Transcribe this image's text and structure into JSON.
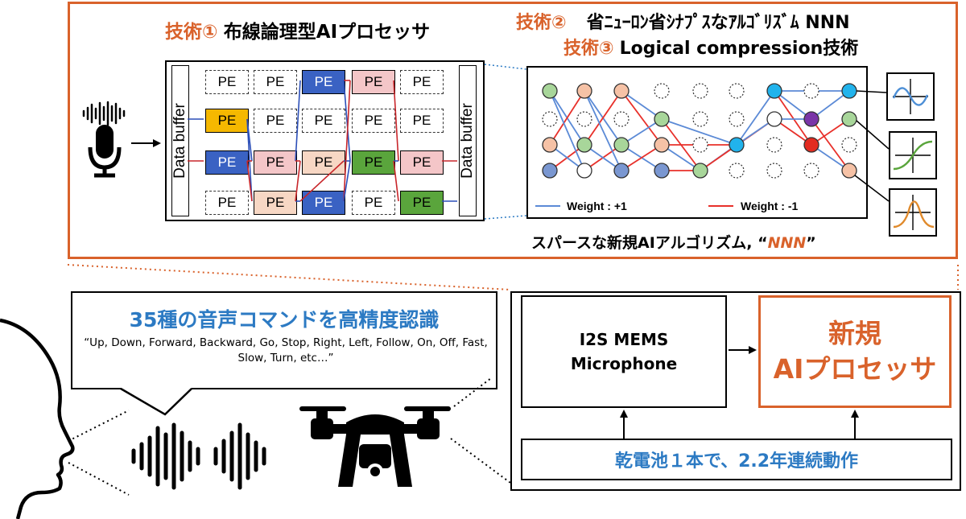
{
  "tech1": {
    "label": "技術①",
    "title": "布線論理型AIプロセッサ"
  },
  "tech2": {
    "label": "技術②",
    "title": "省ﾆｭｰﾛﾝ省ｼﾅﾌﾟｽなｱﾙｺﾞﾘｽﾞﾑ NNN"
  },
  "tech3": {
    "label": "技術③",
    "title": "Logical compression技術"
  },
  "array": {
    "buffer_label": "Data buffer",
    "pe_label": "PE",
    "grid": [
      [
        "empty",
        "empty",
        "blue",
        "pink",
        "empty"
      ],
      [
        "yellow",
        "empty",
        "empty",
        "empty",
        "empty"
      ],
      [
        "blue",
        "pink",
        "peach",
        "green",
        "pink"
      ],
      [
        "empty",
        "peach",
        "blue",
        "empty",
        "green"
      ]
    ]
  },
  "nnn": {
    "legend_pos": "Weight : +1",
    "legend_neg": "Weight : -1",
    "caption_prefix": "スパースな新規AIアルゴリズム, “",
    "caption_name": "NNN",
    "caption_suffix": "”",
    "colors": {
      "positive": "#5b8ad6",
      "negative": "#e8302a"
    }
  },
  "speech": {
    "title": "35種の音声コマンドを高精度認識",
    "commands": "“Up, Down, Forward, Backward, Go, Stop, Right, Left, Follow, On, Off, Fast, Slow, Turn, etc…”"
  },
  "system": {
    "mic_line1": "I2S MEMS",
    "mic_line2": "Microphone",
    "ai_line1": "新規",
    "ai_line2": "AIプロセッサ",
    "battery": "乾電池１本で、2.2年連続動作"
  },
  "palette": {
    "accent": "#d9622b",
    "blue_text": "#2c7ac3"
  }
}
